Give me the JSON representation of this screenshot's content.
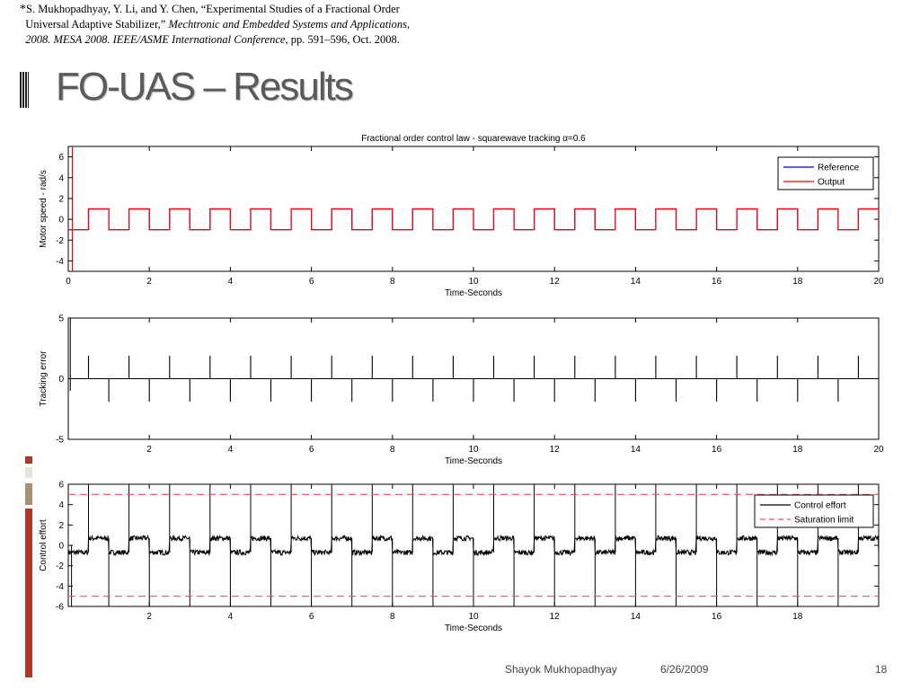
{
  "citation": {
    "marker": "*",
    "line1": "S. Mukhopadhyay, Y. Li, and Y. Chen, “Experimental Studies of a Fractional Order",
    "line2_plain": "Universal Adaptive Stabilizer,” ",
    "line2_italic": "Mechtronic and Embedded Systems and Applications,",
    "line3_italic": "2008. MESA 2008. IEEE/ASME International Conference",
    "line3_plain": ", pp. 591–596, Oct. 2008."
  },
  "slide": {
    "title": "FO-UAS – Results",
    "footer_author": "Shayok Mukhopadhyay",
    "footer_date": "6/26/2009",
    "page_number": "18"
  },
  "colors": {
    "reference": "#0000ff",
    "output": "#ff0000",
    "error": "#000000",
    "effort": "#000000",
    "saturation": "#ff4d4d",
    "deco_red": "#b0362a",
    "deco_tan": "#a89070",
    "deco_light": "#e8e4dc"
  },
  "chart_data": [
    {
      "type": "line",
      "title": "Fractional order control law - squarewave tracking α=0.6",
      "xlabel": "Time-Seconds",
      "ylabel": "Motor speed - rad/s",
      "xlim": [
        0,
        20
      ],
      "ylim": [
        -5,
        7
      ],
      "xticks": [
        "0",
        "2",
        "4",
        "6",
        "8",
        "10",
        "12",
        "14",
        "16",
        "18",
        "20"
      ],
      "yticks": [
        "-4",
        "-2",
        "0",
        "2",
        "4",
        "6"
      ],
      "legend": {
        "position": "top-right",
        "entries": [
          "Reference",
          "Output"
        ]
      },
      "series": [
        {
          "name": "Reference",
          "signal": "square",
          "period": 1,
          "high": 1,
          "low": -1,
          "start_level": -1,
          "first_edge": 0.5,
          "x": [
            0,
            20
          ]
        },
        {
          "name": "Output",
          "signal": "square",
          "period": 1,
          "high": 1,
          "low": -1,
          "start_level": -1,
          "first_edge": 0.5,
          "initial_spike": {
            "x": 0.1,
            "max": 7,
            "min": -5
          },
          "x": [
            0,
            20
          ]
        }
      ]
    },
    {
      "type": "line",
      "title": "",
      "xlabel": "Time-Seconds",
      "ylabel": "Tracking error",
      "xlim": [
        0,
        20
      ],
      "ylim": [
        -5,
        5
      ],
      "xticks": [
        "2",
        "4",
        "6",
        "8",
        "10",
        "12",
        "14",
        "16",
        "18",
        "20"
      ],
      "yticks": [
        "-5",
        "0",
        "5"
      ],
      "series": [
        {
          "signal": "spikes",
          "period": 1,
          "first_edge": 0.5,
          "rise_spike": 1.9,
          "fall_spike": -1.9,
          "initial_spike": {
            "x": 0.05,
            "max": 5,
            "min": -1
          },
          "baseline": 0
        }
      ]
    },
    {
      "type": "line",
      "title": "",
      "xlabel": "Time-Seconds",
      "ylabel": "Control effort",
      "xlim": [
        0,
        20
      ],
      "ylim": [
        -6,
        6
      ],
      "xticks": [
        "2",
        "4",
        "6",
        "8",
        "10",
        "12",
        "14",
        "16",
        "18"
      ],
      "yticks": [
        "-6",
        "-4",
        "-2",
        "0",
        "2",
        "4",
        "6"
      ],
      "legend": {
        "position": "top-right",
        "entries": [
          "Control effort",
          "Saturation limit"
        ]
      },
      "series": [
        {
          "name": "Control effort",
          "signal": "square",
          "period": 1,
          "high": 0.7,
          "low": -0.7,
          "first_edge": 0.5,
          "noise": 0.25,
          "spike_up": 6,
          "spike_down": -6
        },
        {
          "name": "Saturation limit",
          "signal": "constant",
          "values": [
            5,
            -5
          ],
          "style": "dashed"
        }
      ]
    }
  ]
}
